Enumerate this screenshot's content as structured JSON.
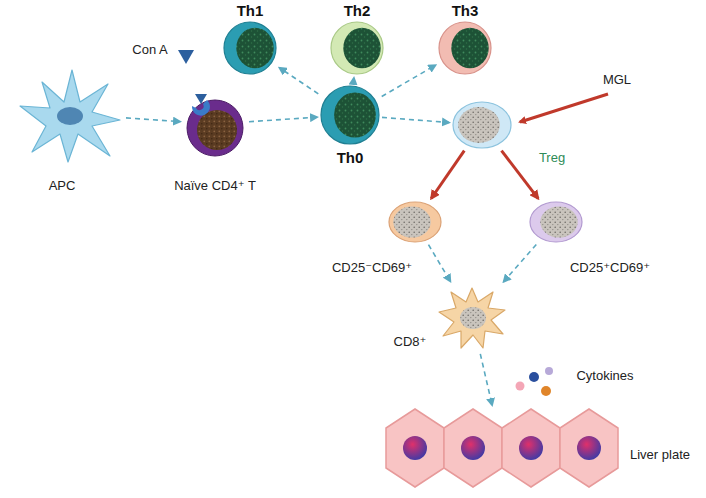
{
  "diagram": {
    "nodes": [
      {
        "text": [
          "APC"
        ]
      },
      {
        "text": [
          "Naïve CD4⁺ T"
        ]
      },
      {
        "text": [
          "Th0"
        ]
      },
      {
        "text": [
          "Th1"
        ]
      },
      {
        "text": [
          "Th2"
        ]
      },
      {
        "text": [
          "Th3"
        ]
      },
      {
        "text": [
          "Treg"
        ]
      },
      {
        "text": [
          "CD25⁻CD69⁺"
        ]
      },
      {
        "text": [
          "CD25⁺CD69⁺"
        ]
      },
      {
        "text": [
          "CD8⁺"
        ]
      },
      {
        "text": [
          "Liver plate"
        ]
      }
    ],
    "edges": [
      {
        "from": 0,
        "to": 1,
        "arrow": "to"
      },
      {
        "from": 1,
        "to": 2,
        "arrow": "to"
      },
      {
        "from": 2,
        "to": 3,
        "arrow": "to"
      },
      {
        "from": 2,
        "to": 4,
        "arrow": "to"
      },
      {
        "from": 2,
        "to": 5,
        "arrow": "to"
      },
      {
        "from": 2,
        "to": 6,
        "arrow": "to"
      },
      {
        "from": 6,
        "to": 7,
        "arrow": "to"
      },
      {
        "from": 6,
        "to": 8,
        "arrow": "to"
      },
      {
        "from": 7,
        "to": 9,
        "arrow": "to"
      },
      {
        "from": 8,
        "to": 9,
        "arrow": "to"
      },
      {
        "from": 9,
        "to": 10,
        "arrow": "to"
      }
    ],
    "labels": [
      "Con A",
      "MGL",
      "Cytokines"
    ]
  }
}
